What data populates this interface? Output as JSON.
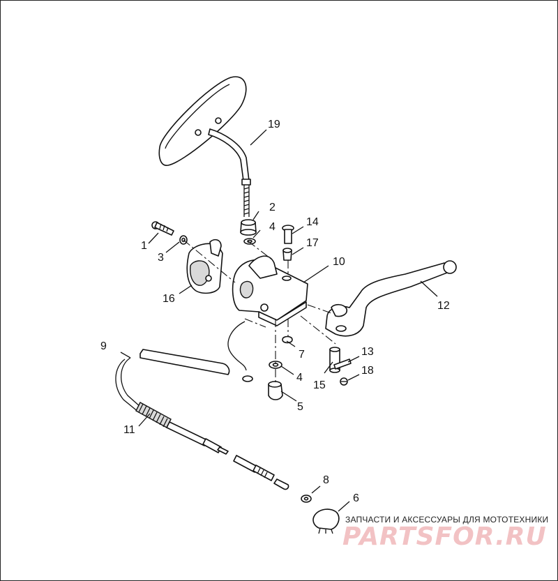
{
  "callouts": [
    "1",
    "2",
    "3",
    "4",
    "4",
    "5",
    "6",
    "7",
    "8",
    "9",
    "10",
    "11",
    "12",
    "13",
    "14",
    "15",
    "16",
    "17",
    "18",
    "19"
  ],
  "watermark": {
    "tagline": "ЗАПЧАСТИ И АКСЕССУАРЫ ДЛЯ МОТОТЕХНИКИ",
    "brand": "PARTSFOR.RU",
    "brand_color": "#f2c2c4"
  }
}
